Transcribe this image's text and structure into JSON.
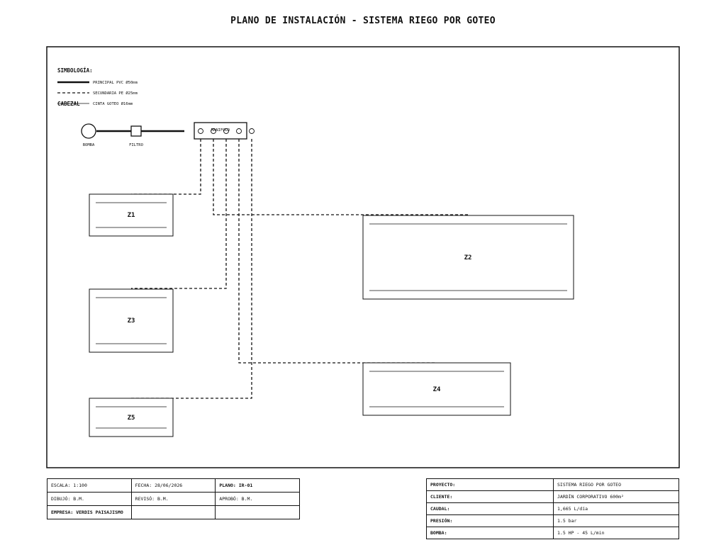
{
  "title": "PLANO DE INSTALACIÓN - SISTEMA RIEGO POR GOTEO",
  "legend": {
    "heading": "SIMBOLOGÍA:",
    "items": [
      {
        "label": "PRINCIPAL PVC Ø50mm",
        "style": "solid-thick"
      },
      {
        "label": "SECUNDARIA PE Ø25mm",
        "style": "dashed"
      },
      {
        "label": "CINTA GOTEO Ø16mm",
        "style": "solid-thin"
      }
    ]
  },
  "head": {
    "label": "CABEZAL",
    "pump_label": "BOMBA",
    "filter_label": "FILTRO",
    "manifold_label": "MANIFOLD"
  },
  "zones": {
    "z1": "Z1",
    "z2": "Z2",
    "z3": "Z3",
    "z4": "Z4",
    "z5": "Z5"
  },
  "title_block_left": {
    "escala": "ESCALA: 1:100",
    "fecha": "FECHA: 28/06/2026",
    "plano": "PLANO: IR-01",
    "dibujo": "DIBUJÓ: B.M.",
    "reviso": "REVISÓ: B.M.",
    "aprobo": "APROBÓ: B.M.",
    "empresa": "EMPRESA: VERDIS PAISAJISMO"
  },
  "title_block_right": [
    {
      "key": "PROYECTO:",
      "value": "SISTEMA RIEGO POR GOTEO"
    },
    {
      "key": "CLIENTE:",
      "value": "JARDÍN CORPORATIVO 600m²"
    },
    {
      "key": "CAUDAL:",
      "value": "1,665 L/día"
    },
    {
      "key": "PRESIÓN:",
      "value": "1.5 bar"
    },
    {
      "key": "BOMBA:",
      "value": "1.5 HP - 45 L/min"
    }
  ],
  "colors": {
    "ink": "#111111",
    "background": "#ffffff"
  }
}
